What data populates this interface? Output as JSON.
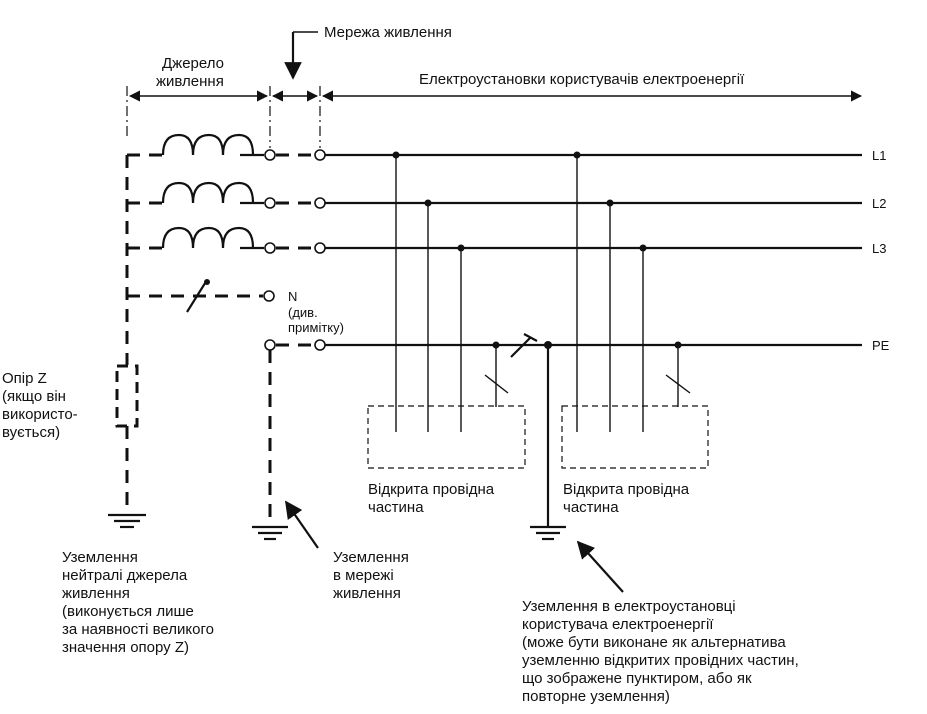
{
  "labels": {
    "network": "Мережа живлення",
    "source_line1": "Джерело",
    "source_line2": "живлення",
    "installations": "Електроустановки користувачів електроенергії",
    "l1": "L1",
    "l2": "L2",
    "l3": "L3",
    "pe": "PE",
    "n": "N",
    "n_note_line1": "(див.",
    "n_note_line2": "примітку)",
    "impedance": [
      "Опір Z",
      "(якщо він",
      "використо-",
      "вується)"
    ],
    "exposed_part_1": [
      "Відкрита провідна",
      "частина"
    ],
    "exposed_part_2": [
      "Відкрита провідна",
      "частина"
    ],
    "earth_neutral": [
      "Уземлення",
      "нейтралі джерела",
      "живлення",
      "(виконується лише",
      "за наявності великого",
      "значення опору Z)"
    ],
    "earth_network": [
      "Уземлення",
      "в мережі",
      "живлення"
    ],
    "earth_installation": [
      "Уземлення в електроустановці",
      "користувача електроенергії",
      "(може бути виконане як альтернатива",
      "уземленню відкритих провідних частин,",
      "що зображене пунктиром, або як",
      "повторне уземлення)"
    ]
  }
}
